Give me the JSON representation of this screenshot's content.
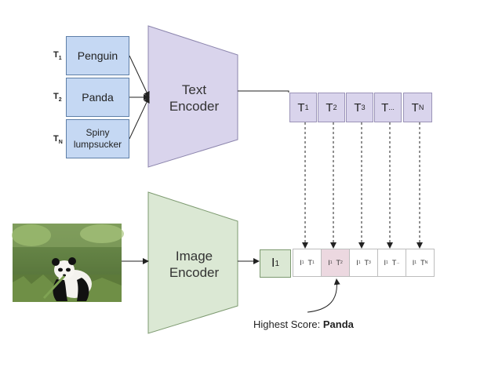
{
  "prompts": [
    {
      "label": "T",
      "sub": "1",
      "text": "Penguin"
    },
    {
      "label": "T",
      "sub": "2",
      "text": "Panda"
    },
    {
      "label": "T",
      "sub": "N",
      "text": "Spiny lumpsucker"
    }
  ],
  "text_encoder": {
    "line1": "Text",
    "line2": "Encoder"
  },
  "image_encoder": {
    "line1": "Image",
    "line2": "Encoder"
  },
  "text_embeddings": [
    {
      "label": "T",
      "sub": "1"
    },
    {
      "label": "T",
      "sub": "2"
    },
    {
      "label": "T",
      "sub": "3"
    },
    {
      "label": "T",
      "sub": "..."
    },
    {
      "label": "T",
      "sub": "N"
    }
  ],
  "image_embedding": {
    "label": "I",
    "sub": "1"
  },
  "scores": [
    {
      "i_label": "I",
      "i_sub": "1",
      "t_label": "T",
      "t_sub": "1"
    },
    {
      "i_label": "I",
      "i_sub": "1",
      "t_label": "T",
      "t_sub": "2"
    },
    {
      "i_label": "I",
      "i_sub": "1",
      "t_label": "T",
      "t_sub": "3"
    },
    {
      "i_label": "I",
      "i_sub": "1",
      "t_label": "T",
      "t_sub": "..."
    },
    {
      "i_label": "I",
      "i_sub": "1",
      "t_label": "T",
      "t_sub": "N"
    }
  ],
  "caption": {
    "prefix": "Highest Score: ",
    "answer": "Panda"
  },
  "colors": {
    "prompt_fill": "#c5d8f3",
    "text_encoder_fill": "#d9d4ec",
    "image_encoder_fill": "#dbe8d4",
    "highlight_fill": "#ecd8e0"
  },
  "icons": {
    "photo": "panda-photo-icon"
  }
}
